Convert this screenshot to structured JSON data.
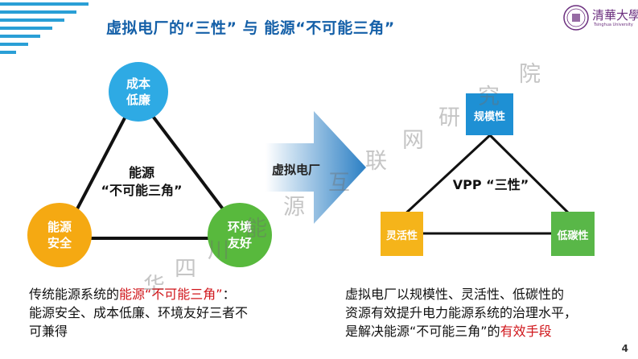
{
  "title": "虚拟电厂的“三性” 与 能源“不可能三角”",
  "logo": {
    "name": "清華大學",
    "sub": "Tsinghua University"
  },
  "colors": {
    "accent_blue": "#1560a8",
    "circle_blue": "#2eaae4",
    "circle_orange": "#f5a912",
    "circle_green": "#58b93d",
    "box_blue": "#1e90d4",
    "box_orange": "#f5b41a",
    "box_green": "#59b748",
    "highlight_red": "#d0161b"
  },
  "left_triangle": {
    "top_circle": [
      "成本",
      "低廉"
    ],
    "left_circle": [
      "能源",
      "安全"
    ],
    "right_circle": [
      "环境",
      "友好"
    ],
    "center": [
      "能源",
      "“不可能三角”"
    ]
  },
  "arrow_label": "虚拟电厂",
  "right_triangle": {
    "top_box": "规模性",
    "left_box": "灵活性",
    "right_box": "低碳性",
    "center": "VPP “三性”"
  },
  "watermark": [
    "华",
    "四",
    "川",
    "能",
    "源",
    "互",
    "联",
    "网",
    "研",
    "究",
    "院"
  ],
  "left_caption": {
    "prefix": "传统能源系统的",
    "highlight": "能源“不可能三角”",
    "suffix": "：",
    "line2": "能源安全、成本低廉、环境友好三者不",
    "line3": "可兼得"
  },
  "right_caption": {
    "line1": "虚拟电厂以规模性、灵活性、低碳性的",
    "line2": "资源有效提升电力能源系统的治理水平，",
    "line3_prefix": "是解决能源“不可能三角”的",
    "line3_highlight": "有效手段"
  },
  "page_number": "4"
}
